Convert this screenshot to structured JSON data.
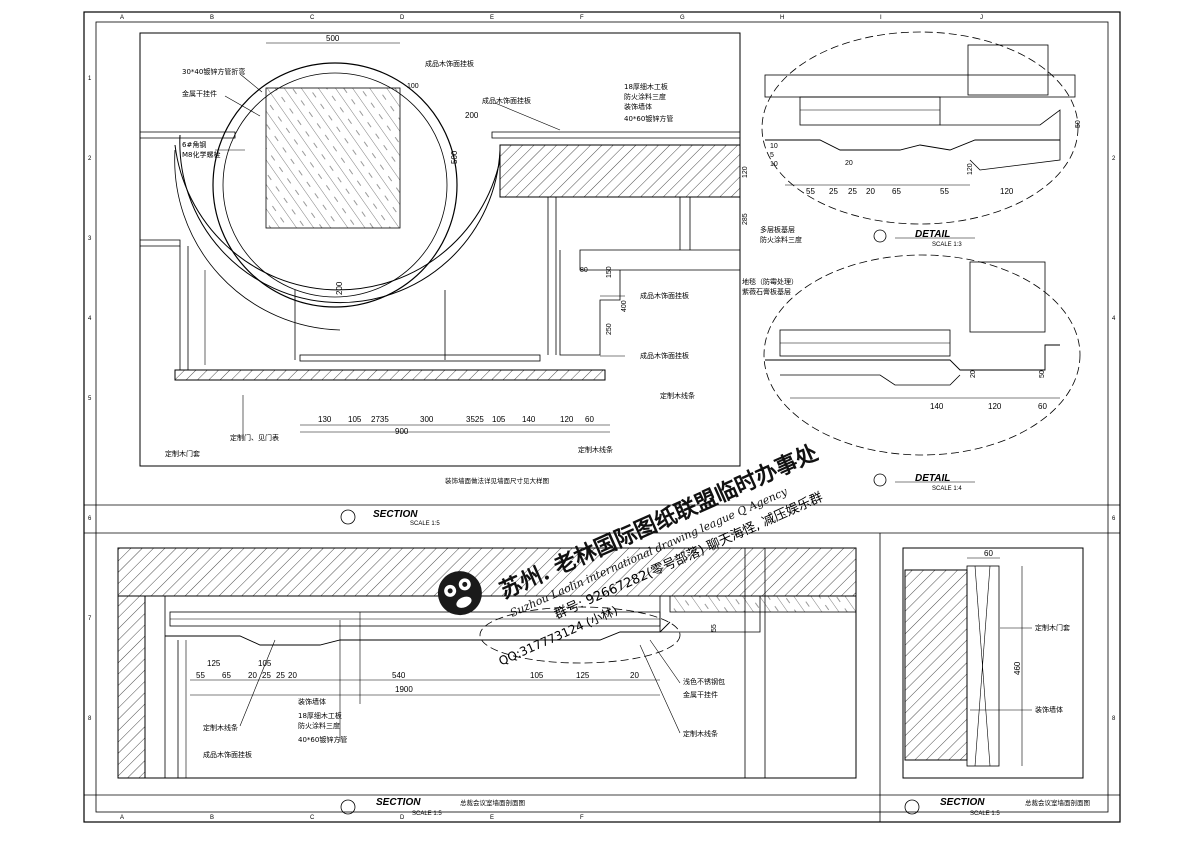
{
  "grid": {
    "columns": [
      "A",
      "B",
      "C",
      "D",
      "E",
      "F",
      "G",
      "H",
      "I",
      "J"
    ],
    "rows": [
      "1",
      "2",
      "3",
      "4",
      "5",
      "6",
      "7",
      "8"
    ]
  },
  "plan_dims": {
    "top": "500",
    "right_200": "200",
    "height_500": "500",
    "offset_200": "200",
    "dim_100": "100",
    "dim_120": "120",
    "dim_285": "285",
    "dim_80": "80",
    "dim_150": "150",
    "dim_400": "400",
    "dim_250": "250",
    "bottom": [
      "130",
      "105",
      "2735",
      "300",
      "3525",
      "105",
      "140",
      "120",
      "60"
    ],
    "total": "900"
  },
  "plan_labels": {
    "pipe": "30*40镀锌方管折弯",
    "hanger": "金属干挂件",
    "angle": "6#角钢",
    "bolt": "M8化学螺栓",
    "wood_panel_top": "成品木饰面挂板",
    "board": "18厚细木工板",
    "fire": "防火涂料三度",
    "wall": "装饰墙体",
    "tube": "40*60镀锌方管",
    "wood_panel_a": "成品木饰面挂板",
    "wood_panel_b": "成品木饰面挂板",
    "wood_panel_c": "成品木饰面挂板",
    "multi_board": "多层板基层",
    "fire2": "防火涂料三度",
    "floor_a": "地毯（防霉处理）",
    "floor_b": "紫薇石膏板基层",
    "line_a": "定制木线条",
    "line_b": "定制木线条",
    "door": "定制木门套",
    "door_b": "定制门、见门表",
    "note": "装饰墙面做法详见墙面尺寸见大样图"
  },
  "details": {
    "d1_dims": [
      "55",
      "25",
      "25",
      "20",
      "65",
      "55",
      "120"
    ],
    "d1_v": [
      "10",
      "5",
      "10",
      "20",
      "120",
      "50"
    ],
    "d1_title": "DETAIL",
    "d1_scale": "SCALE  1:3",
    "d2_dims": [
      "140",
      "120",
      "60"
    ],
    "d2_v": [
      "20",
      "50"
    ],
    "d2_title": "DETAIL",
    "d2_scale": "SCALE  1:4"
  },
  "sections": {
    "s1_title": "SECTION",
    "s1_scale": "SCALE  1:5",
    "s2_dims": [
      "125",
      "105",
      "55",
      "65",
      "20",
      "25",
      "25",
      "20",
      "540",
      "105",
      "125",
      "20"
    ],
    "s2_total": "1900",
    "s2_v": "55",
    "s2_labels": {
      "wall": "装饰墙体",
      "board": "18厚细木工板",
      "fire": "防火涂料三度",
      "tube": "40*60镀锌方管",
      "line": "定制木线条",
      "panel": "成品木饰面挂板",
      "metal_wrap": "浅色不锈钢包",
      "hanger": "金属干挂件",
      "line2": "定制木线条"
    },
    "s2_title": "SECTION",
    "s2_scale": "SCALE  1:5",
    "s2_desc": "总裁会议室墙面剖面图",
    "s3_dim_top": "60",
    "s3_dim_v": "460",
    "s3_labels": {
      "door": "定制木门套",
      "wall": "装饰墙体"
    },
    "s3_title": "SECTION",
    "s3_scale": "SCALE  1:5",
    "s3_desc": "总裁会议室墙面剖面图"
  },
  "watermark": {
    "line1": "苏州. 老林国际图纸联盟临时办事处",
    "line2": "Suzhou Laolin international drawing league Q Agency",
    "line3": "群号:  92667282(零号部落) 聊天海怪, 减压娱乐群",
    "line4": "QQ:317773124 (小林)"
  }
}
